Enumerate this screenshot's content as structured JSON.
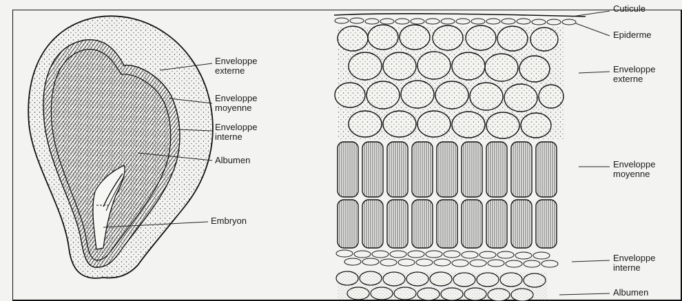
{
  "left_figure": {
    "labels": [
      {
        "id": "env-ext",
        "lines": [
          "Enveloppe",
          "externe"
        ]
      },
      {
        "id": "env-moy",
        "lines": [
          "Enveloppe",
          "moyenne"
        ]
      },
      {
        "id": "env-int",
        "lines": [
          "Enveloppe",
          "interne"
        ]
      },
      {
        "id": "albumen",
        "lines": [
          "Albumen"
        ]
      },
      {
        "id": "embryon",
        "lines": [
          "Embryon"
        ]
      }
    ]
  },
  "right_figure": {
    "labels": [
      {
        "id": "cuticule",
        "lines": [
          "Cuticule"
        ]
      },
      {
        "id": "epiderme",
        "lines": [
          "Epiderme"
        ]
      },
      {
        "id": "env-ext",
        "lines": [
          "Enveloppe",
          "externe"
        ]
      },
      {
        "id": "env-moy",
        "lines": [
          "Enveloppe",
          "moyenne"
        ]
      },
      {
        "id": "env-int",
        "lines": [
          "Enveloppe",
          "interne"
        ]
      },
      {
        "id": "albumen",
        "lines": [
          "Albumen"
        ]
      }
    ]
  }
}
